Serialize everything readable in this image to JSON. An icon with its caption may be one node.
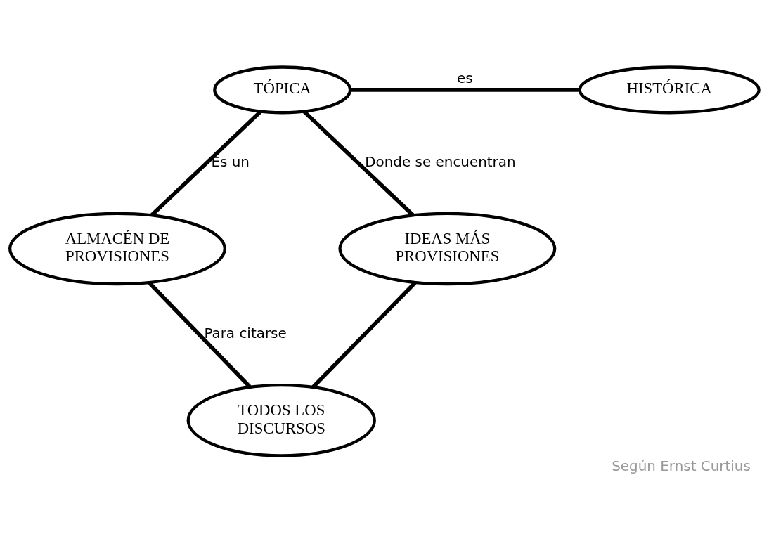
{
  "diagram": {
    "caption": "Según Ernst Curtius",
    "nodes": [
      {
        "text": [
          "TÓPICA"
        ]
      },
      {
        "text": [
          "HISTÓRICA"
        ]
      },
      {
        "text": [
          "ALMACÉN DE PROVISIONES"
        ]
      },
      {
        "text": [
          "IDEAS MÁS PROVISIONES"
        ]
      },
      {
        "text": [
          "TODOS LOS DISCURSOS"
        ]
      }
    ],
    "edges": [
      {
        "from": 0,
        "to": 1,
        "arrow": "none",
        "label": "es"
      },
      {
        "from": 0,
        "to": 2,
        "arrow": "none",
        "label": "Es un"
      },
      {
        "from": 0,
        "to": 3,
        "arrow": "none",
        "label": "Donde se encuentran"
      },
      {
        "from": 2,
        "to": 4,
        "arrow": "none",
        "label": "Para citarse"
      },
      {
        "from": 3,
        "to": 4,
        "arrow": "none"
      }
    ]
  }
}
